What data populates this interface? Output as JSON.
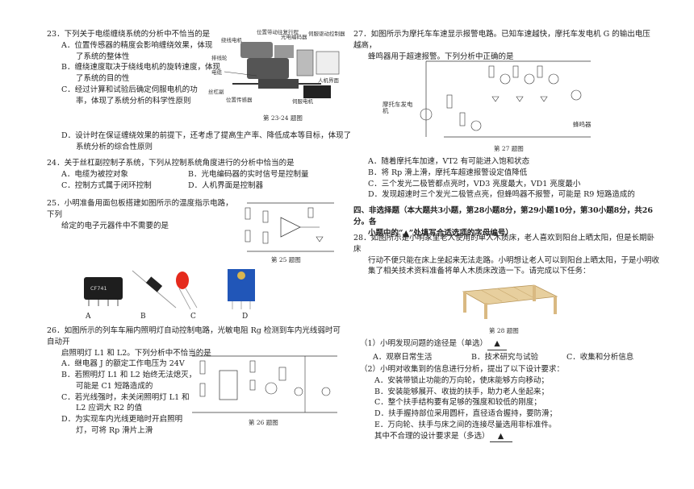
{
  "left": {
    "q23": {
      "stem": "23．下列关于电缆缠绕系统的分析中不恰当的是",
      "opts": [
        {
          "a": "A．位置传感器的精度会影响缠绕效果，体现",
          "b": "了系统的整体性"
        },
        {
          "a": "B．缠绕速度取决于绕线电机的旋转速度，体现",
          "b": "了系统的目的性"
        },
        {
          "a": "C．经过计算和试验后确定伺服电机的功",
          "b": "率，体现了系统分析的科学性原则"
        },
        {
          "a": "D．设计时在保证缠绕效果的前提下，还考虑了提高生产率、降低成本等目标，体现了",
          "b": "系统分析的综合性原则"
        }
      ],
      "fig_labels": {
        "l1": "绕线电机",
        "l2": "排线轮",
        "l3": "电缆",
        "l4": "丝杠副",
        "l5": "位置传感器",
        "l6": "位置带动往复行程",
        "l7": "光电编码器",
        "l8": "伺服驱动控制器",
        "l9": "人机界面",
        "l10": "伺服电机"
      },
      "caption": "第 23-24 题图"
    },
    "q24": {
      "stem": "24．关于丝杠副控制子系统，下列从控制系统角度进行的分析中恰当的是",
      "A": "A．电缆为被控对象",
      "B": "B．光电编码器的实时信号是控制量",
      "C": "C．控制方式属于闭环控制",
      "D": "D．人机界面是控制器"
    },
    "q25": {
      "stem1": "25．小明准备用面包板搭建如图所示的温度指示电路，下列",
      "stem2": "给定的电子元器件中不需要的是",
      "caption": "第 25 题图",
      "chip_text": "CF741",
      "choices": [
        "A",
        "B",
        "C",
        "D"
      ]
    },
    "q26": {
      "stem1": "26．如图所示的列车车厢内照明灯自动控制电路，光敏电阻 Rg 检测到车内光线弱时可自动开",
      "stem2": "启照明灯 L1 和 L2。下列分析中不恰当的是",
      "A": "A．继电器 J 的额定工作电压为 24V",
      "B1": "B．若照明灯 L1 和 L2 始终无法熄灭，",
      "B2": "可能是 C1 短路造成的",
      "C1": "C．若光线强时，未关闭照明灯 L1 和",
      "C2": "L2 应调大 R2 的值",
      "D1": "D．为实现车内光线更暗时开启照明",
      "D2": "灯，可将 Rp 滑片上滑",
      "caption": "第 26 题图"
    }
  },
  "right": {
    "q27": {
      "stem1": "27．如图所示为摩托车车速显示报警电路。已知车速越快，摩托车发电机 G 的输出电压越高，",
      "stem2": "蜂鸣器用于超速报警。下列分析中正确的是",
      "caption": "第 27 题图",
      "fig_label_gen": "摩托车发电机",
      "fig_label_buzz": "蜂鸣器",
      "A": "A．随着摩托车加速，VT2 有可能进入饱和状态",
      "B": "B．将 Rp 滑上滑，摩托车超速报警设定值降低",
      "C": "C．三个发光二极管都点亮时，VD3 亮度最大，VD1 亮度最小",
      "D": "D．发现超速时三个发光二极管点亮，但蜂鸣器不报警，可能是 R9 短路造成的"
    },
    "section": {
      "l1": "四、非选择题（本大题共3小题，第28小题8分，第29小题10分，第30小题8分，共26分。各",
      "l2a": "小题中的“",
      "blank": "▲",
      "l2b": "”处填写合适选项的字母编号）"
    },
    "q28": {
      "s1": "28．如图所示是小明家里老人使用的单人木质床，老人喜欢到阳台上晒太阳，但是长期卧床",
      "s2": "行动不便只能在床上坐起来无法走路。小明想让老人可以到阳台上晒太阳，于是小明收",
      "s3": "集了相关技术资料准备将单人木质床改造一下。请完成以下任务：",
      "caption": "第 28 题图",
      "p1": "（1）小明发现问题的途径是（单选）",
      "p1_blank": "▲",
      "p1_A": "A．观察日常生活",
      "p1_B": "B．技术研究与试验",
      "p1_C": "C．收集和分析信息",
      "p2": "（2）小明对收集到的信息进行分析，提出了以下设计要求：",
      "req": [
        "A．安装带锁止功能的万向轮，使床能够方向移动；",
        "B．安装能够展开、收拢的扶手，助力老人坐起来；",
        "C．整个扶手结构要有足够的强度和较低的刚度；",
        "D．扶手握持部位采用圆杆，直径适合握持，要防滑；",
        "E．万向轮、扶手与床之间的连接尽量选用非标准件。"
      ],
      "p2_last": "其中不合理的设计要求是（多选）",
      "p2_blank": "▲"
    }
  }
}
